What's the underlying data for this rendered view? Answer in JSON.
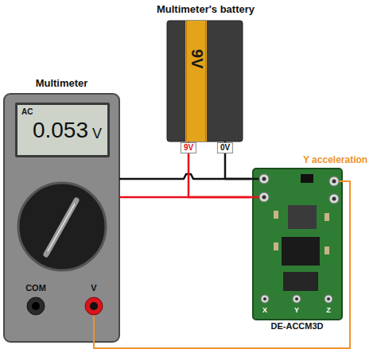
{
  "diagram": {
    "nodes": [
      {
        "text": [
          "Multimeter"
        ]
      },
      {
        "text": [
          "AC",
          "0.053",
          "V"
        ],
        "in": 0
      },
      {
        "text": [
          "Multimeter's battery",
          "9V"
        ]
      },
      {
        "text": [
          "DE-ACCM3D"
        ]
      }
    ],
    "edges": [
      {
        "from": 0,
        "to": 3,
        "arrow": "none"
      },
      {
        "from": 0,
        "to": 3,
        "arrow": "none"
      },
      {
        "from": 2,
        "to": 3,
        "arrow": "none"
      },
      {
        "from": 2,
        "to": 3,
        "arrow": "none"
      },
      {
        "from": 0,
        "to": 3,
        "arrow": "none"
      }
    ],
    "labels": [
      "9V",
      "0V",
      "COM",
      "V",
      "Y acceleration",
      "X",
      "Y",
      "Z"
    ]
  }
}
